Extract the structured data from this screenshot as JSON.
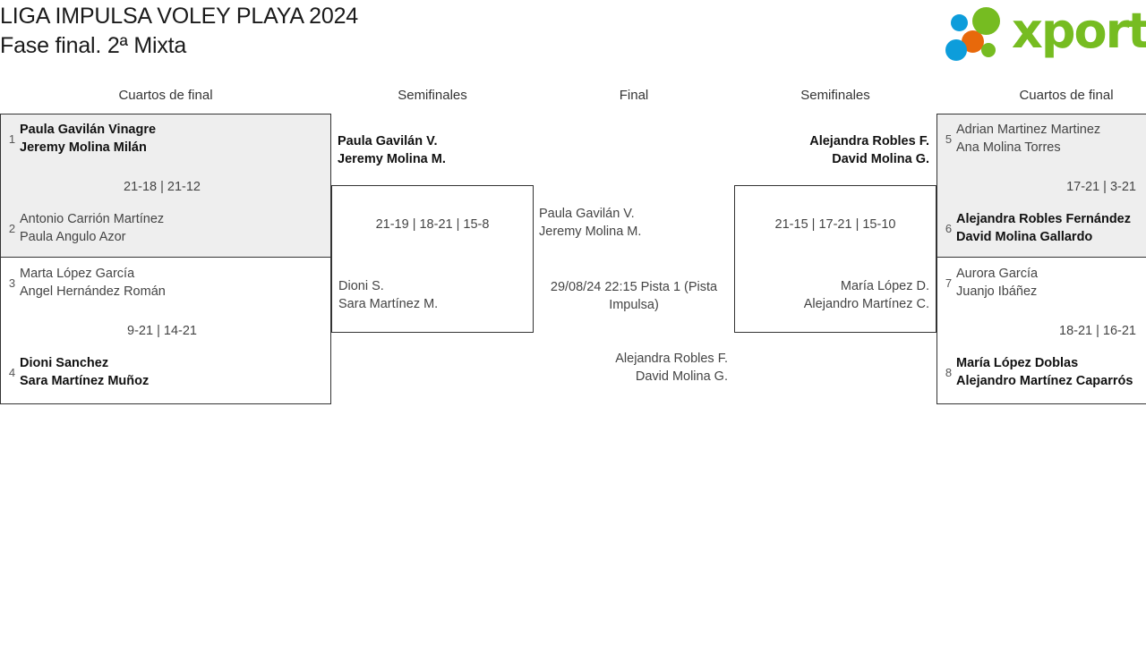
{
  "header": {
    "title_line1": "LIGA IMPULSA VOLEY PLAYA 2024",
    "title_line2": "Fase final. 2ª Mixta",
    "logo_word": "xporty",
    "logo_colors": {
      "green": "#76bc21",
      "orange": "#e8690b",
      "blue": "#0d9ddb"
    }
  },
  "round_headers": {
    "qf_left": "Cuartos de final",
    "sf_left": "Semifinales",
    "final": "Final",
    "sf_right": "Semifinales",
    "qf_right": "Cuartos de final"
  },
  "bracket": {
    "quarterfinals_left": [
      {
        "id": "qf1",
        "shaded": true,
        "score": "21-18 | 21-12",
        "teams": [
          {
            "seed": "1",
            "winner": true,
            "p1": "Paula Gavilán Vinagre",
            "p2": "Jeremy Molina Milán"
          },
          {
            "seed": "2",
            "winner": false,
            "p1": "Antonio Carrión Martínez",
            "p2": "Paula Angulo Azor"
          }
        ]
      },
      {
        "id": "qf2",
        "shaded": false,
        "score": "9-21 | 14-21",
        "teams": [
          {
            "seed": "3",
            "winner": false,
            "p1": "Marta López García",
            "p2": "Angel Hernández Román"
          },
          {
            "seed": "4",
            "winner": true,
            "p1": "Dioni Sanchez",
            "p2": "Sara Martínez Muñoz"
          }
        ]
      }
    ],
    "semifinal_left": {
      "id": "sf-left",
      "score": "21-19 | 18-21 | 15-8",
      "top_team": {
        "winner": true,
        "p1": "Paula Gavilán V.",
        "p2": "Jeremy Molina M."
      },
      "bottom_team": {
        "winner": false,
        "p1": "Dioni S.",
        "p2": "Sara Martínez M."
      }
    },
    "final": {
      "id": "final",
      "top_team": {
        "p1": "Paula Gavilán V.",
        "p2": "Jeremy Molina M."
      },
      "bottom_team": {
        "p1": "Alejandra Robles F.",
        "p2": "David Molina G."
      },
      "schedule": "29/08/24 22:15 Pista 1 (Pista Impulsa)"
    },
    "semifinal_right": {
      "id": "sf-right",
      "score": "21-15 | 17-21 | 15-10",
      "top_team": {
        "winner": true,
        "p1": "Alejandra Robles F.",
        "p2": "David Molina G."
      },
      "bottom_team": {
        "winner": false,
        "p1": "María López D.",
        "p2": "Alejandro Martínez C."
      }
    },
    "quarterfinals_right": [
      {
        "id": "qf3",
        "shaded": true,
        "score": "17-21 | 3-21",
        "teams": [
          {
            "seed": "5",
            "winner": false,
            "p1": "Adrian Martinez Martinez",
            "p2": "Ana Molina Torres"
          },
          {
            "seed": "6",
            "winner": true,
            "p1": "Alejandra Robles Fernández",
            "p2": "David Molina Gallardo"
          }
        ]
      },
      {
        "id": "qf4",
        "shaded": false,
        "score": "18-21 | 16-21",
        "teams": [
          {
            "seed": "7",
            "winner": false,
            "p1": "Aurora García",
            "p2": "Juanjo Ibáñez"
          },
          {
            "seed": "8",
            "winner": true,
            "p1": "María López Doblas",
            "p2": "Alejandro Martínez Caparrós"
          }
        ]
      }
    ]
  }
}
